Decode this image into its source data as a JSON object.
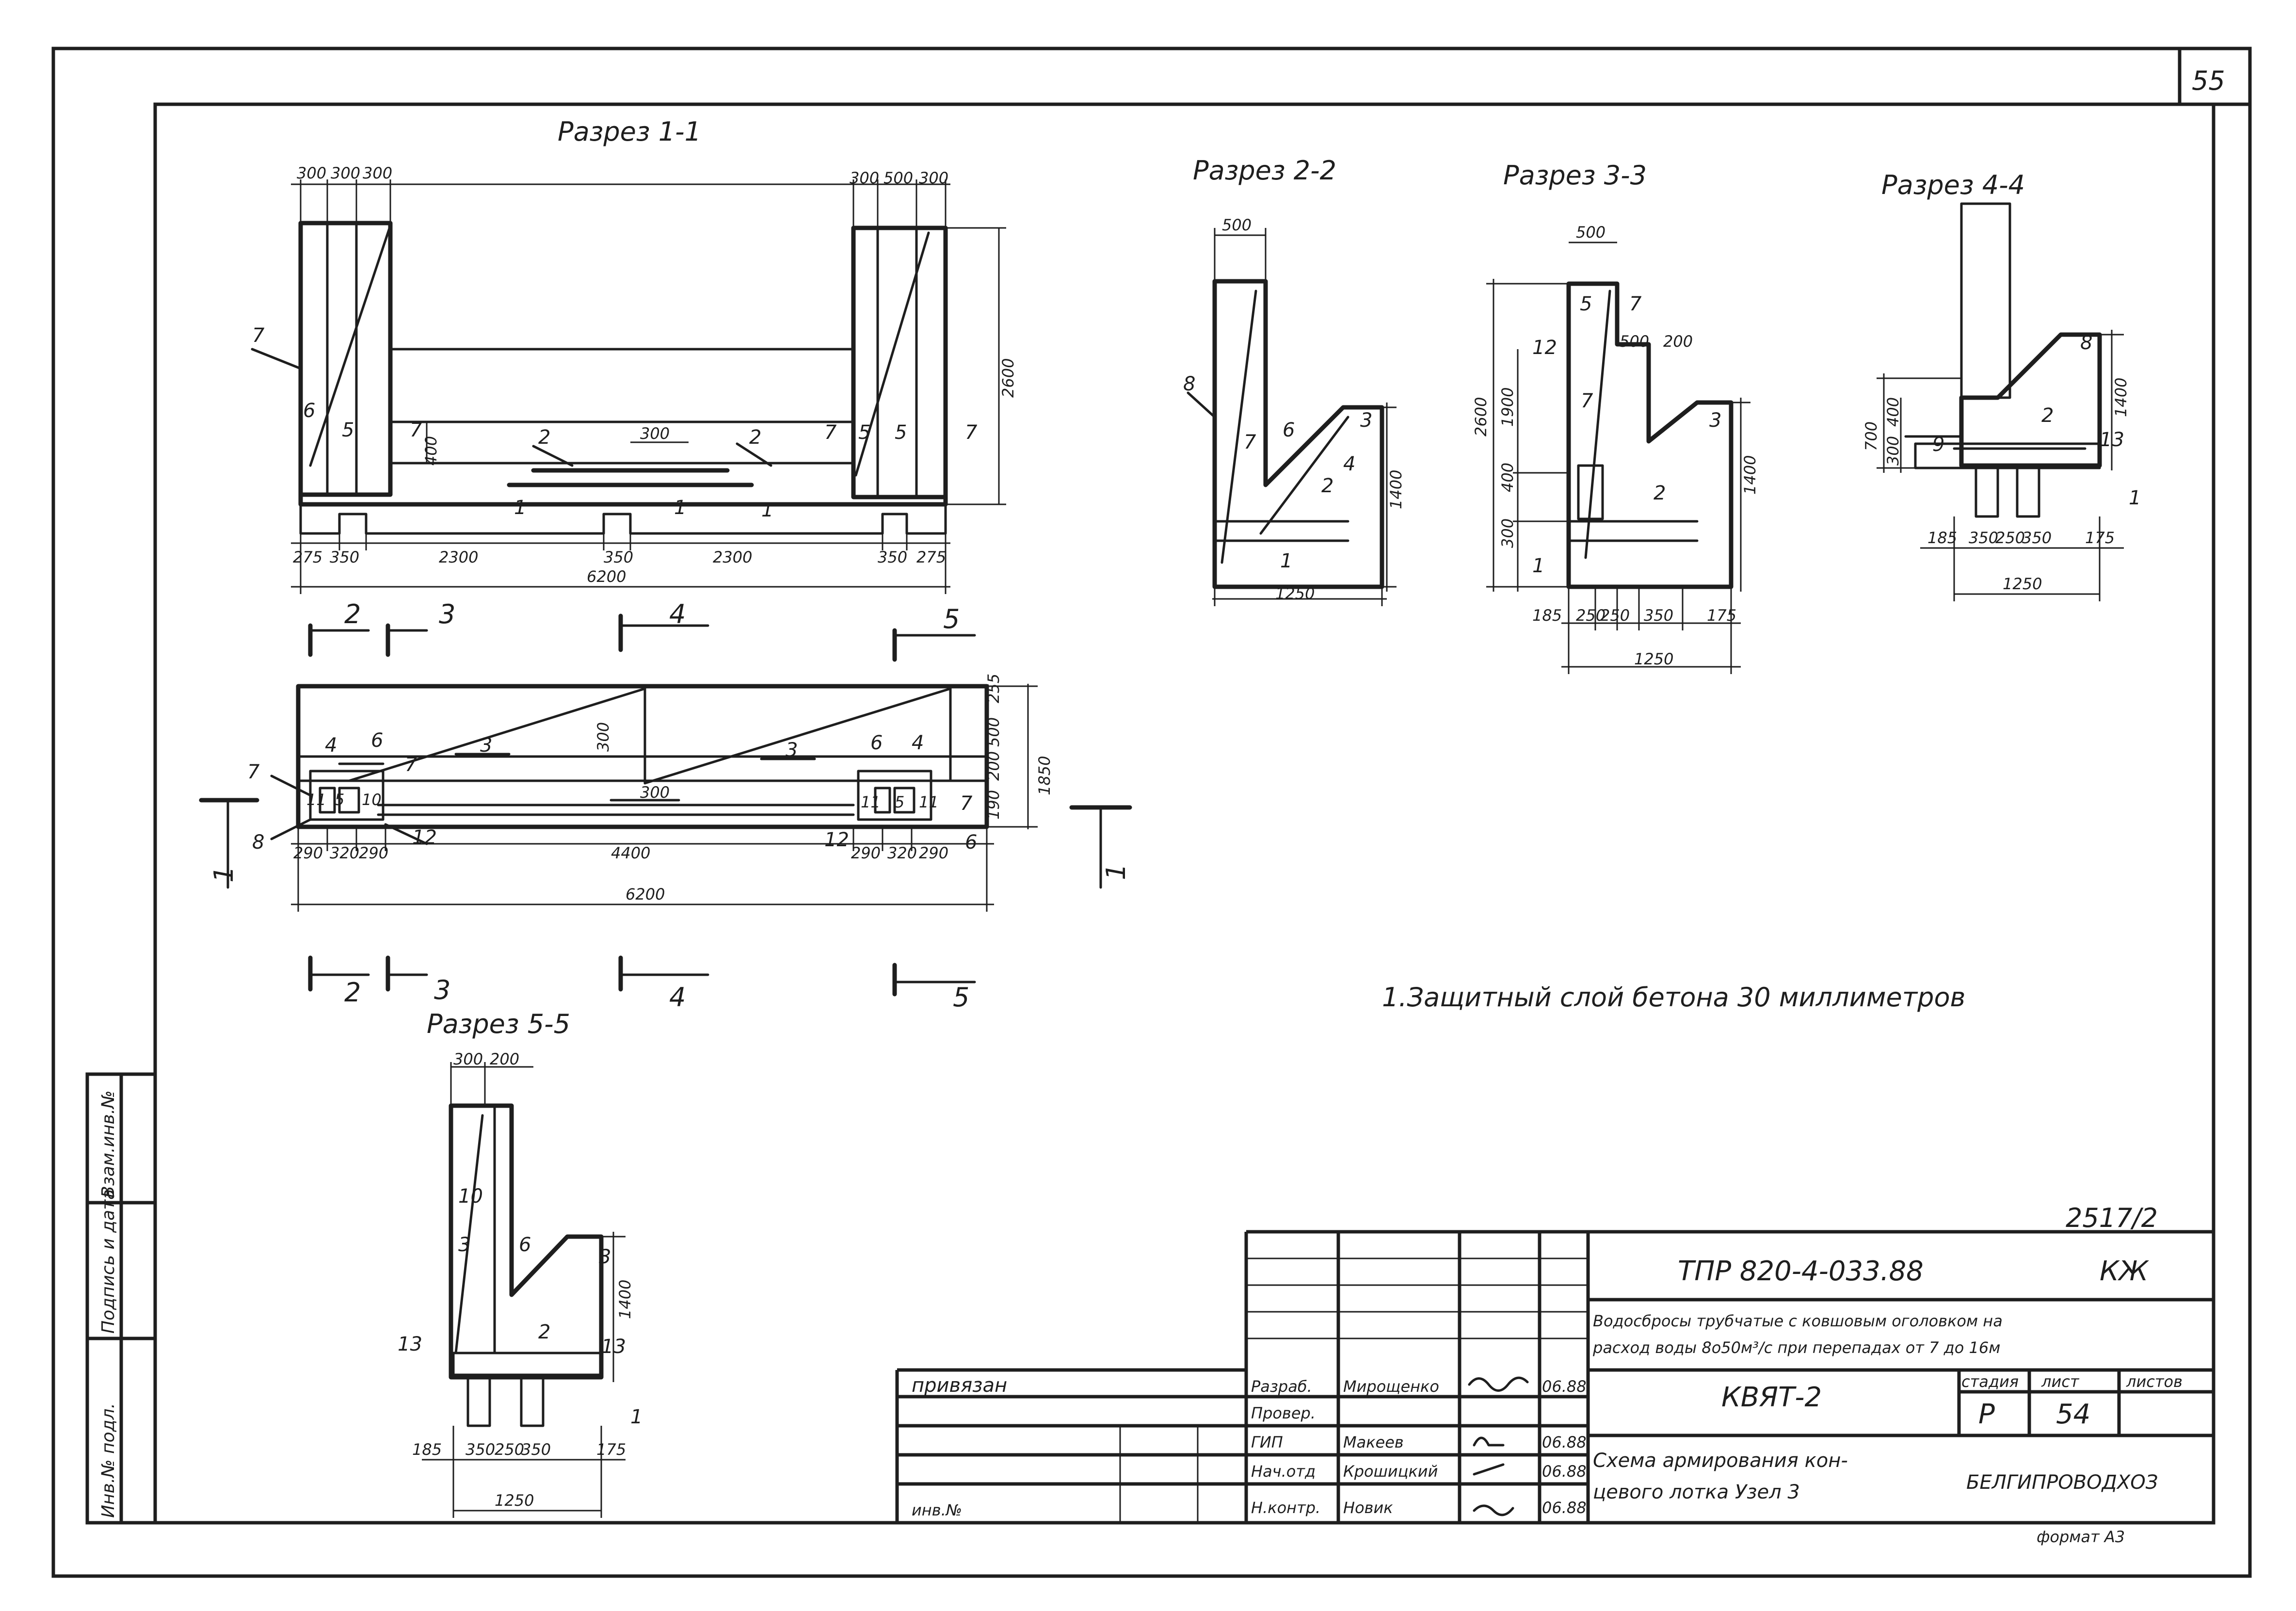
{
  "sheet_corner_number": "55",
  "section_titles": {
    "s11": "Разрез 1-1",
    "s22": "Разрез 2-2",
    "s33": "Разрез 3-3",
    "s44": "Разрез 4-4",
    "s55": "Разрез 5-5"
  },
  "note": "1.Защитный слой бетона 30 миллиметров",
  "s11": {
    "top_left_dims": [
      "300",
      "300",
      "300"
    ],
    "top_right_dims": [
      "300",
      "500",
      "300"
    ],
    "height_dim": "2600",
    "mid_dim": "300",
    "small_dim": "400",
    "bottom_dims": [
      "275",
      "350",
      "2300",
      "350",
      "2300",
      "350",
      "275"
    ],
    "overall": "6200",
    "labels": {
      "n1": "1",
      "n2": "2",
      "n5": "5",
      "n7": "7",
      "n6": "6"
    }
  },
  "cut_marks": {
    "c2": "2",
    "c3": "3",
    "c4": "4",
    "c5": "5",
    "c1": "1"
  },
  "plan": {
    "right_dims": [
      "255",
      "500",
      "200",
      "190"
    ],
    "height": "1850",
    "mid_dim": "300",
    "centre_dim": "300",
    "bottom_dims": [
      "290",
      "320",
      "290",
      "4400",
      "290",
      "320",
      "290"
    ],
    "overall": "6200",
    "labels": {
      "n3": "3",
      "n4": "4",
      "n6": "6",
      "n7": "7",
      "n8": "8",
      "n10": "10",
      "n11": "11",
      "n12": "12",
      "n5": "5"
    }
  },
  "s22": {
    "top": "500",
    "height": "1400",
    "bottom": "1250",
    "labels": {
      "n1": "1",
      "n2": "2",
      "n3": "3",
      "n4": "4",
      "n6": "6",
      "n7": "7",
      "n8": "8"
    }
  },
  "s33": {
    "top": "500",
    "right_dims": [
      "500",
      "200"
    ],
    "left_dims": [
      "2600",
      "1900",
      "400",
      "300"
    ],
    "height_right": "1400",
    "bottom_dims": [
      "185",
      "250",
      "250",
      "350",
      "175"
    ],
    "overall": "1250",
    "labels": {
      "n1": "1",
      "n2": "2",
      "n3": "3",
      "n5": "5",
      "n7": "7",
      "n12": "12"
    }
  },
  "s44": {
    "left_dims": [
      "700",
      "400",
      "300"
    ],
    "right": "1400",
    "bottom_dims": [
      "185",
      "350",
      "250",
      "350",
      "175"
    ],
    "overall": "1250",
    "labels": {
      "n1": "1",
      "n2": "2",
      "n8": "8",
      "n9": "9",
      "n13": "13"
    }
  },
  "s55": {
    "top_dims": [
      "300",
      "200"
    ],
    "height": "1400",
    "bottom_dims": [
      "185",
      "350",
      "250",
      "350",
      "175"
    ],
    "overall": "1250",
    "labels": {
      "n1": "1",
      "n2": "2",
      "n3": "3",
      "n6": "6",
      "n10": "10",
      "n13": "13"
    }
  },
  "margin_stamp": [
    "Инв.№ подл.",
    "Подпись и дата",
    "Взам.инв.№"
  ],
  "title_block": {
    "archive_no": "2517/2",
    "doc_code": "ТПР 820-4-033.88",
    "mark": "КЖ",
    "project_line1": "Водосбросы трубчатые с ковшовым оголовком на",
    "project_line2": "расход воды 8о50м³/с при перепадах от 7 до 16м",
    "object": "КВЯТ-2",
    "sheet_title_line1": "Схема армирования кон-",
    "sheet_title_line2": "цевого лотка Узел 3",
    "org": "БЕЛГИПРОВОДХОЗ",
    "col_stage": "стадия",
    "col_sheet": "лист",
    "col_sheets": "листов",
    "stage": "Р",
    "sheet": "54",
    "bound": "привязан",
    "inv_label": "инв.№",
    "format": "формат А3",
    "roles": [
      {
        "role": "Разраб.",
        "name": "Мирощенко",
        "date": "06.88"
      },
      {
        "role": "Провер.",
        "name": "",
        "date": ""
      },
      {
        "role": "ГИП",
        "name": "Макеев",
        "date": "06.88"
      },
      {
        "role": "Нач.отд",
        "name": "Крошицкий",
        "date": "06.88"
      },
      {
        "role": "Н.контр.",
        "name": "Новик",
        "date": "06.88"
      }
    ]
  }
}
